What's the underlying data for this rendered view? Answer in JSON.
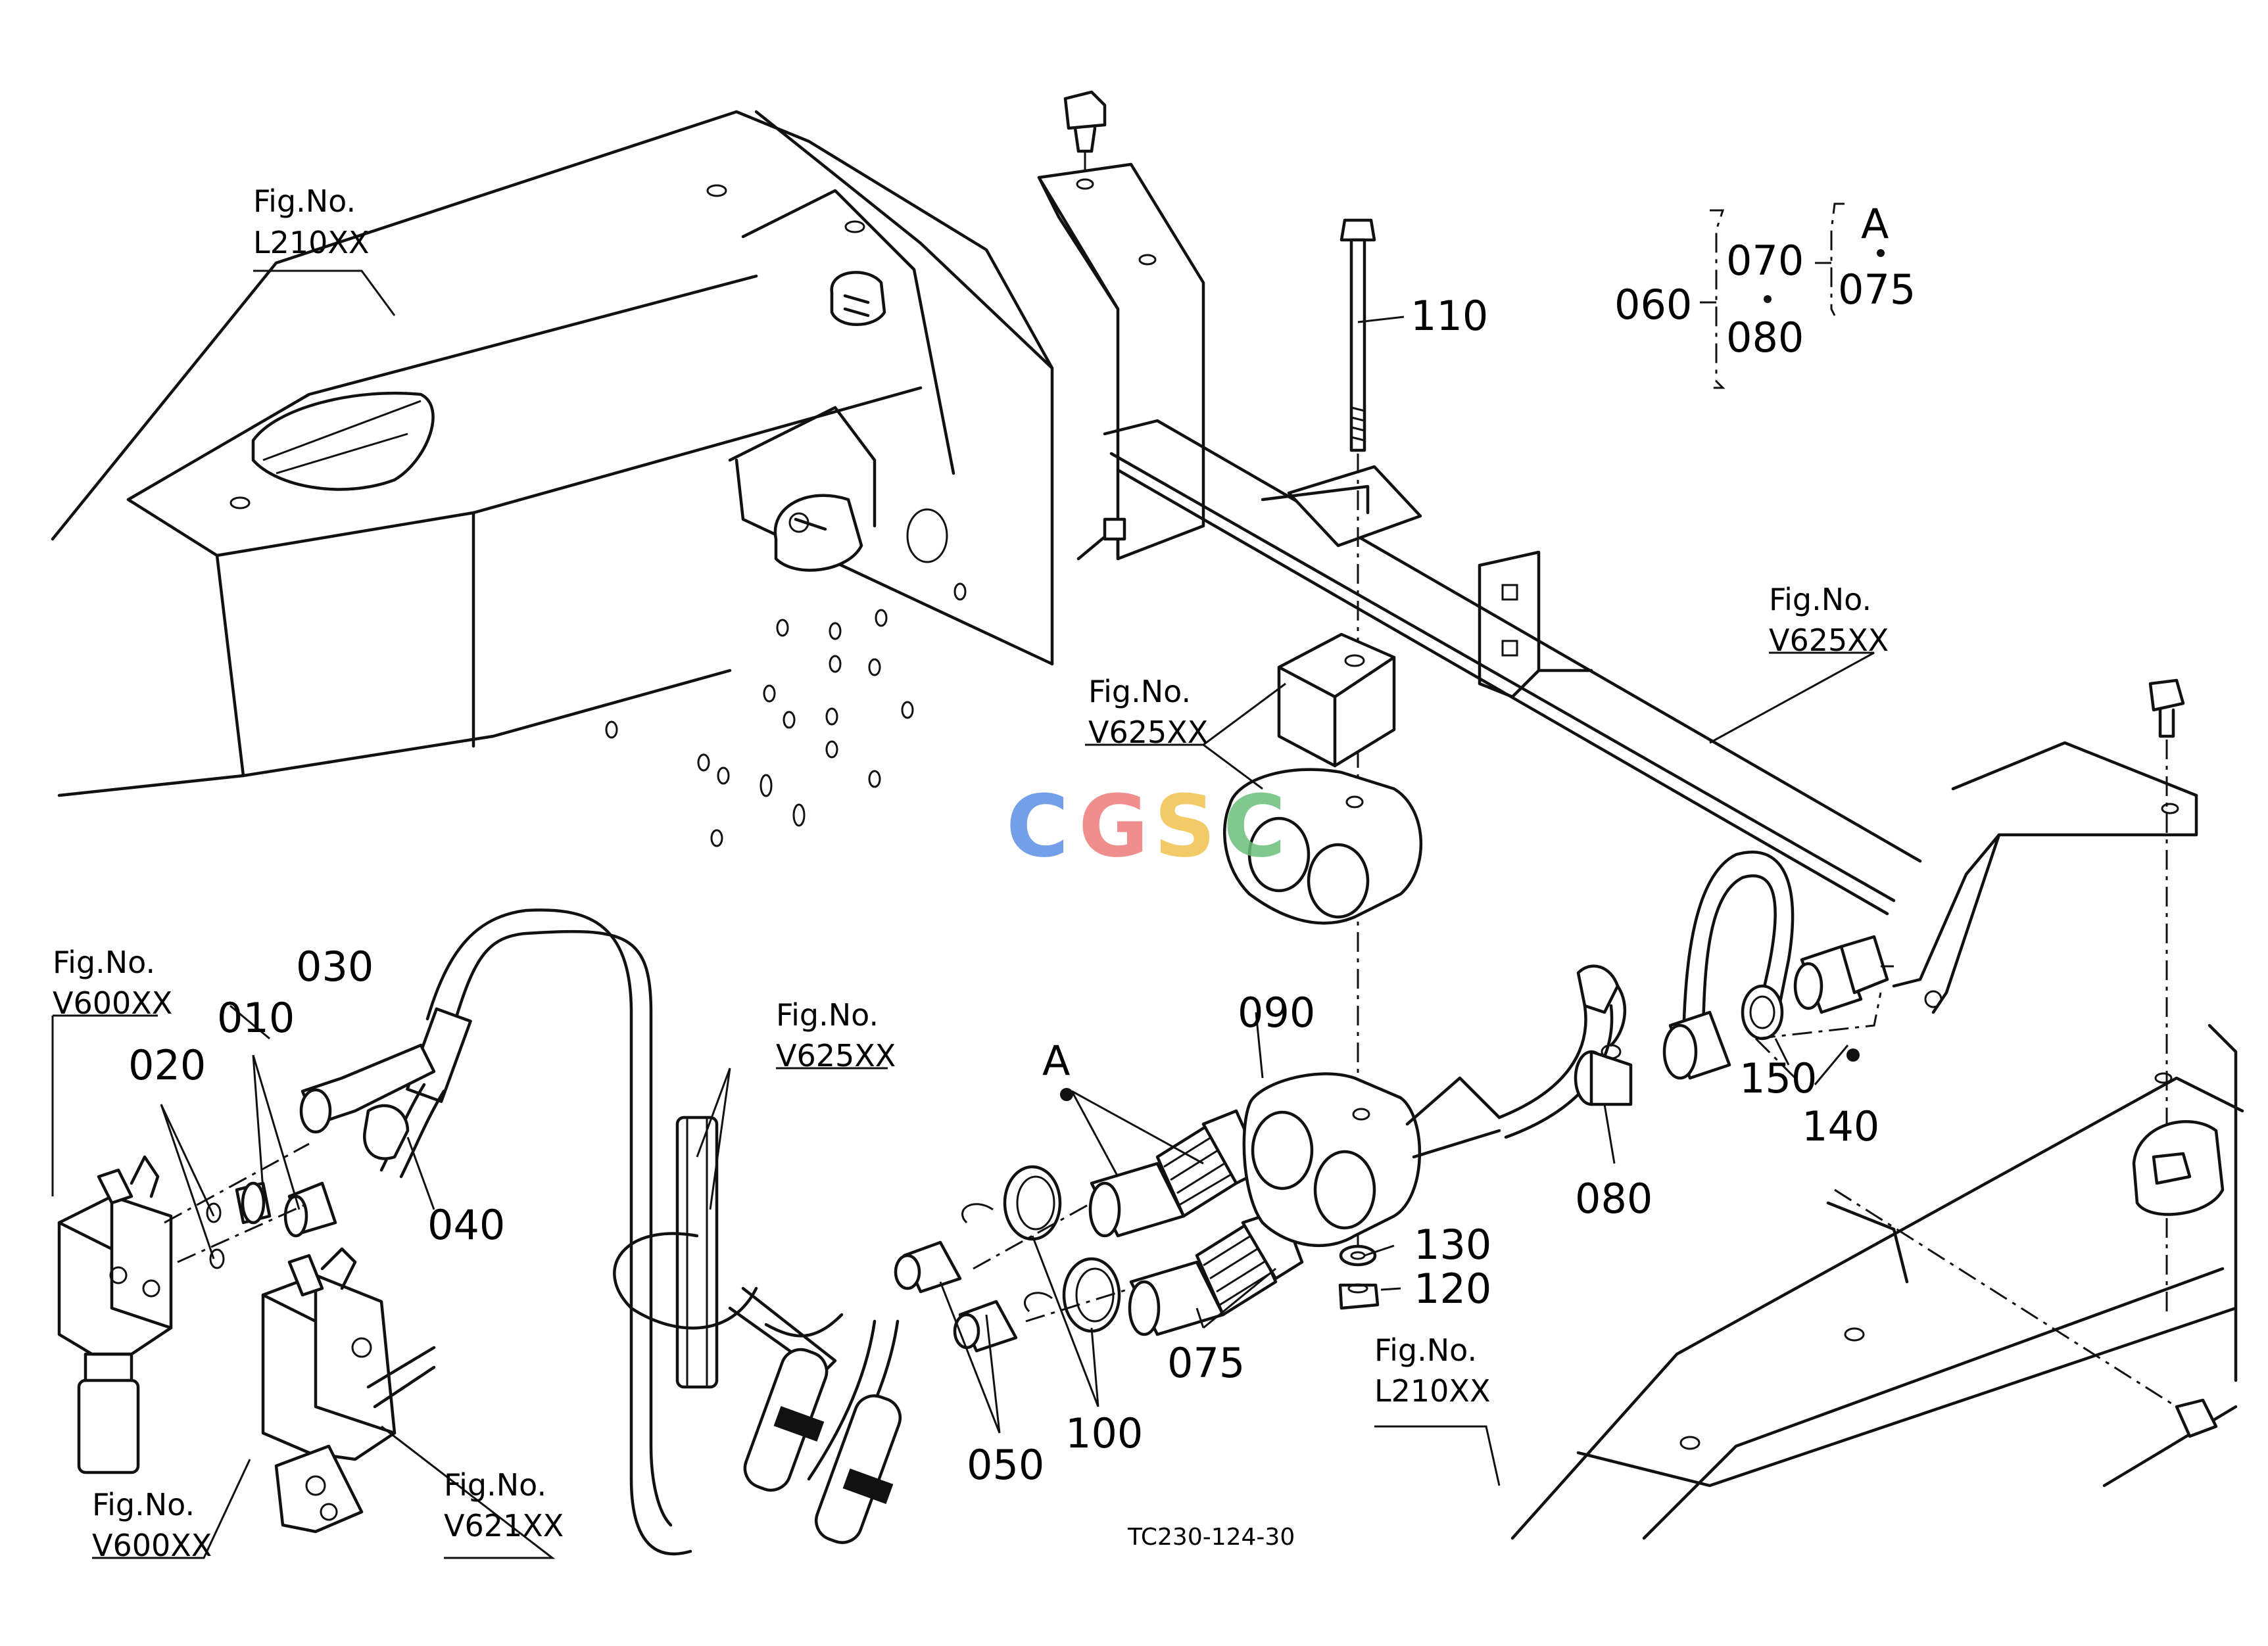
{
  "fig_refs": {
    "l210_top": {
      "line1": "Fig.No.",
      "line2": "L210XX"
    },
    "v625_right": {
      "line1": "Fig.No.",
      "line2": "V625XX"
    },
    "v625_mid": {
      "line1": "Fig.No.",
      "line2": "V625XX"
    },
    "v600_top": {
      "line1": "Fig.No.",
      "line2": "V600XX"
    },
    "v625_low": {
      "line1": "Fig.No.",
      "line2": "V625XX"
    },
    "v600_bot": {
      "line1": "Fig.No.",
      "line2": "V600XX"
    },
    "v621": {
      "line1": "Fig.No.",
      "line2": "V621XX"
    },
    "l210_bot": {
      "line1": "Fig.No.",
      "line2": "L210XX"
    }
  },
  "part_labels": {
    "p010": "010",
    "p020": "020",
    "p030": "030",
    "p040": "040",
    "p050": "050",
    "p060": "060",
    "p070": "070",
    "p075a": "075",
    "p075b": "075",
    "p080a": "080",
    "p080b": "080",
    "p090": "090",
    "p100": "100",
    "p110": "110",
    "p120": "120",
    "p130": "130",
    "p140": "140",
    "p150": "150",
    "legend_a": "A",
    "callout_a": "A"
  },
  "drawing_ref": "TC230-124-30",
  "watermark": {
    "letters": [
      "C",
      "G",
      "S",
      "C"
    ],
    "colors": [
      "#5b8fe6",
      "#ee7b7b",
      "#f2c14e",
      "#6cbf7c"
    ]
  }
}
